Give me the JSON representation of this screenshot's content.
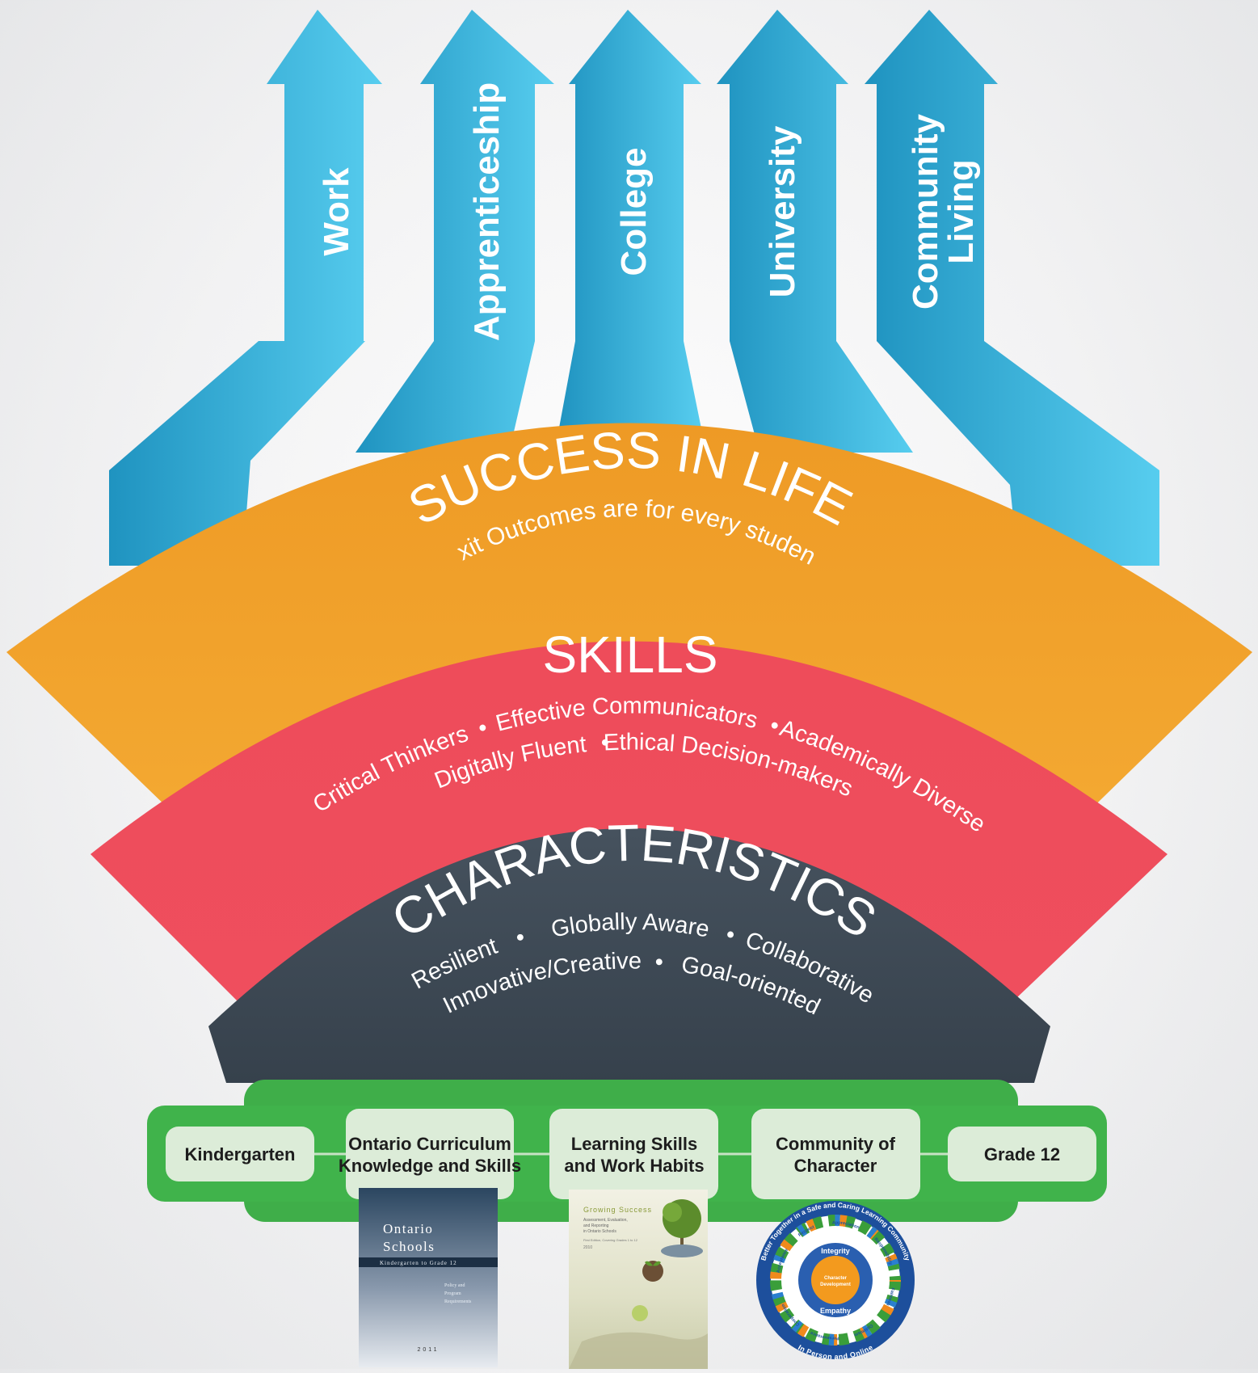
{
  "pathways": [
    "Work",
    "Apprenticeship",
    "College",
    "University",
    [
      "Community",
      "Living"
    ]
  ],
  "success": {
    "title": "SUCCESS IN LIFE",
    "subtitle": "Exit Outcomes are for every student"
  },
  "skills": {
    "title": "SKILLS",
    "row1": [
      "Critical Thinkers",
      "Effective Communicators",
      "Academically Diverse"
    ],
    "row2": [
      "Digitally Fluent",
      "Ethical Decision-makers"
    ]
  },
  "characteristics": {
    "title": "CHARACTERISTICS",
    "row1": [
      "Resilient",
      "Globally Aware",
      "Collaborative"
    ],
    "row2": [
      "Innovative/Creative",
      "Goal-oriented"
    ]
  },
  "timeline": {
    "start": "Kindergarten",
    "curriculum": [
      "Ontario Curriculum",
      "Knowledge and Skills"
    ],
    "learning": [
      "Learning Skills",
      "and Work Habits"
    ],
    "character": [
      "Community of",
      "Character"
    ],
    "end": "Grade 12"
  },
  "book_ontario": {
    "title_line1": "Ontario",
    "title_line2": "Schools",
    "subtitle": "Kindergarten to Grade 12",
    "policy": [
      "Policy and",
      "Program",
      "Requirements"
    ],
    "year": "2011"
  },
  "book_growing": {
    "title": "Growing Success",
    "subtitle": [
      "Assessment, Evaluation,",
      "and Reporting",
      "in Ontario Schools"
    ],
    "edition": "First Edition, Covering Grades 1 to 12",
    "year": "2010"
  },
  "badge": {
    "outer_text": "Better Together in a Safe and Caring Learning Community",
    "bottom_text": "In Person and Online",
    "top": "Integrity",
    "bottom": "Empathy",
    "center": [
      "Character",
      "Development"
    ],
    "values": [
      "Acceptance",
      "Respect",
      "Appreciation",
      "Responsibility",
      "Fairness",
      "Optimism",
      "Perseverance",
      "Cooperation"
    ]
  },
  "colors": {
    "arrow_dark": "#1e95c2",
    "arrow_light": "#55cbee",
    "success": "#f1a22d",
    "skills": "#ef4d5c",
    "characteristics": "#3d4a56",
    "timeline": "#3fae49",
    "node": "#dcecd8"
  }
}
